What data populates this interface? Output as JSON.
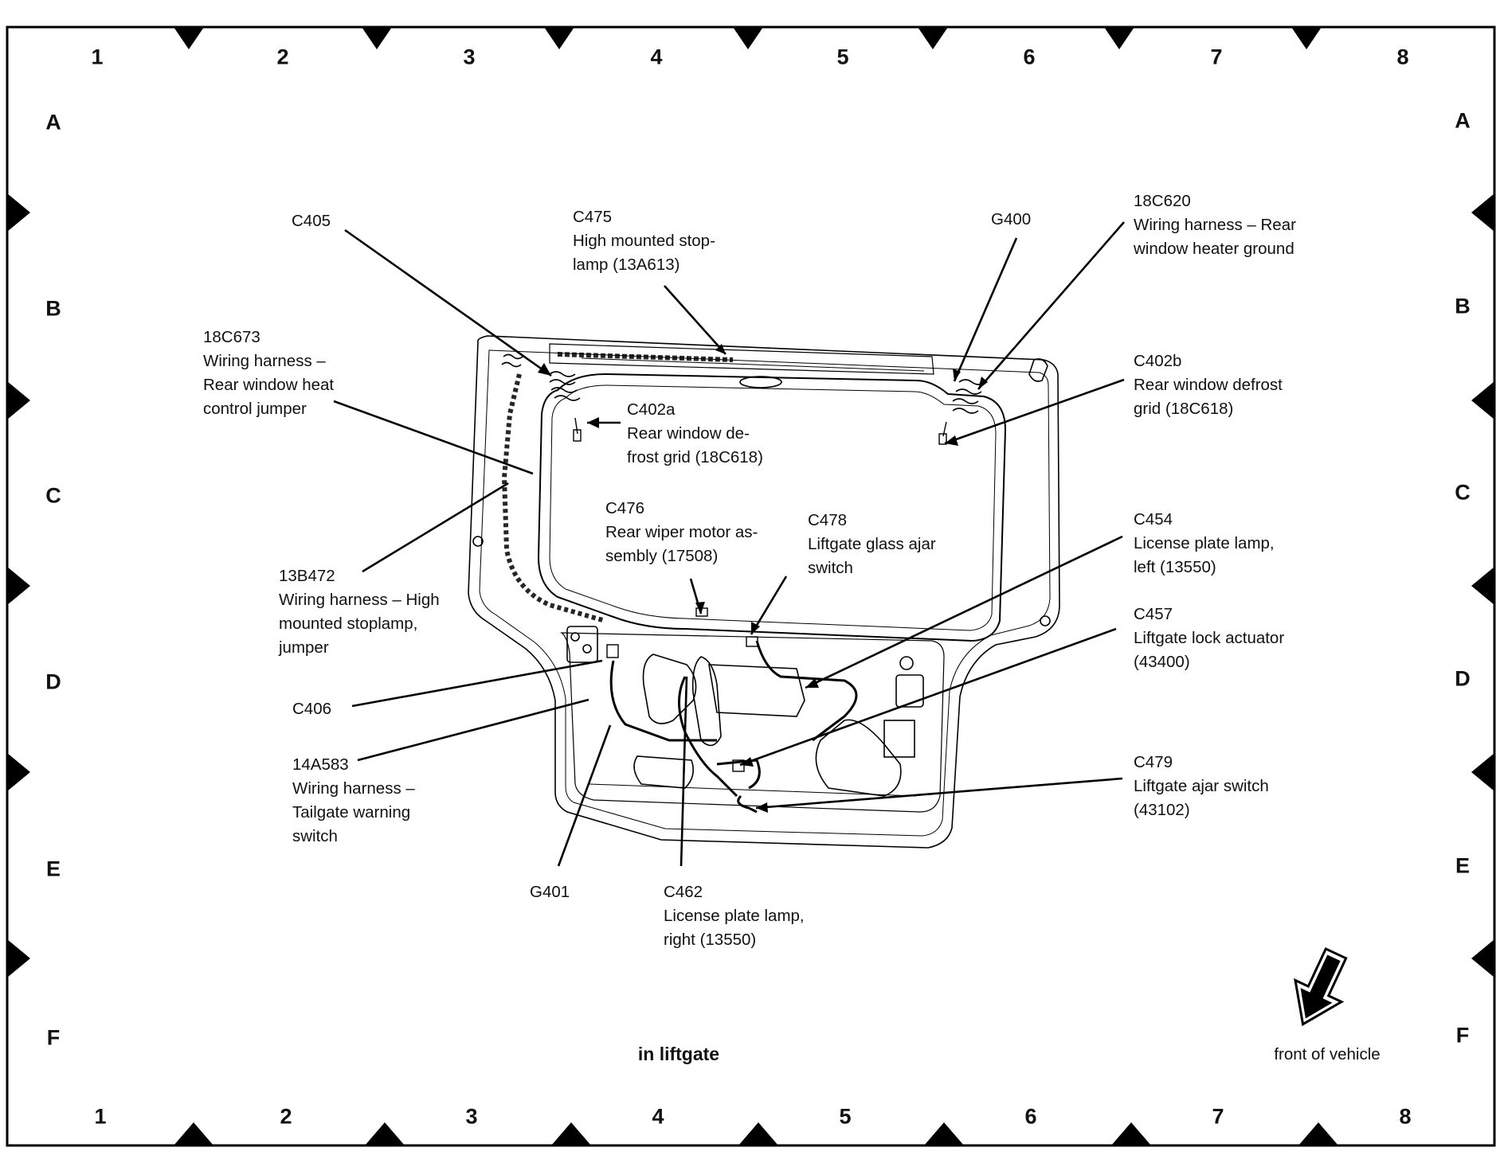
{
  "diagram": {
    "title": "in liftgate",
    "orientation_label": "front of vehicle",
    "orientation_icon": "front-of-vehicle-arrow-icon",
    "grid": {
      "columns": [
        "1",
        "2",
        "3",
        "4",
        "5",
        "6",
        "7",
        "8"
      ],
      "rows": [
        "A",
        "B",
        "C",
        "D",
        "E",
        "F"
      ]
    },
    "callouts": [
      {
        "id": "C405",
        "lines": []
      },
      {
        "id": "C475",
        "lines": [
          "High mounted stop-",
          "lamp (13A613)"
        ]
      },
      {
        "id": "G400",
        "lines": []
      },
      {
        "id": "18C620",
        "lines": [
          "Wiring harness – Rear",
          "window heater ground"
        ]
      },
      {
        "id": "18C673",
        "lines": [
          "Wiring harness –",
          "Rear window heat",
          "control jumper"
        ]
      },
      {
        "id": "C402a",
        "lines": [
          "Rear window de-",
          "frost grid (18C618)"
        ]
      },
      {
        "id": "C402b",
        "lines": [
          "Rear window defrost",
          "grid (18C618)"
        ]
      },
      {
        "id": "C476",
        "lines": [
          "Rear wiper motor as-",
          "sembly (17508)"
        ]
      },
      {
        "id": "C478",
        "lines": [
          "Liftgate glass ajar",
          "switch"
        ]
      },
      {
        "id": "13B472",
        "lines": [
          "Wiring harness – High",
          "mounted stoplamp,",
          "jumper"
        ]
      },
      {
        "id": "C454",
        "lines": [
          "License plate lamp,",
          "left (13550)"
        ]
      },
      {
        "id": "C457",
        "lines": [
          "Liftgate lock actuator",
          "(43400)"
        ]
      },
      {
        "id": "C406",
        "lines": []
      },
      {
        "id": "14A583",
        "lines": [
          "Wiring harness –",
          "Tailgate warning",
          "switch"
        ]
      },
      {
        "id": "C479",
        "lines": [
          "Liftgate ajar switch",
          "(43102)"
        ]
      },
      {
        "id": "G401",
        "lines": []
      },
      {
        "id": "C462",
        "lines": [
          "License plate lamp,",
          "right (13550)"
        ]
      }
    ]
  }
}
